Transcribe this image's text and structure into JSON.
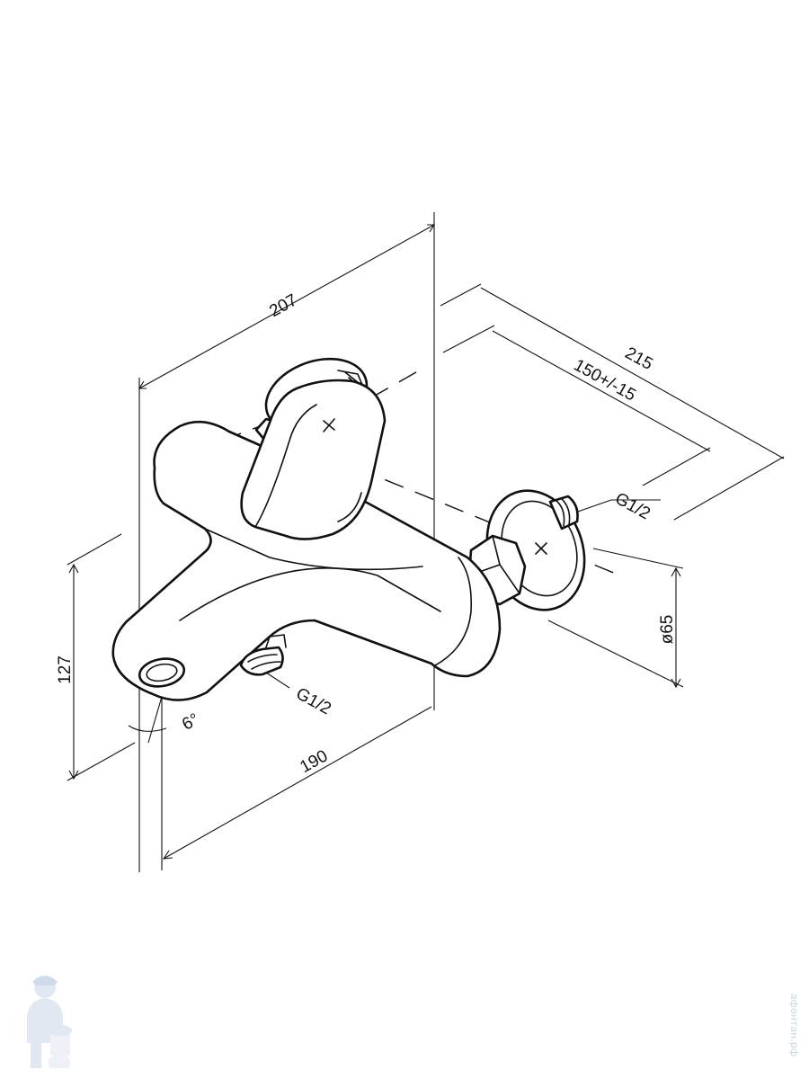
{
  "dimensions": {
    "width_207": "207",
    "length_215": "215",
    "spacing_150": "150+/-15",
    "thread_outlet": "G1/2",
    "thread_spout": "G1/2",
    "diameter_65": "ø65",
    "height_127": "127",
    "depth_190": "190",
    "angle_6": "6°"
  },
  "watermark": {
    "text": "aфонтан.рф"
  },
  "colors": {
    "line": "#111111",
    "watermark": "#c9d6e6"
  }
}
